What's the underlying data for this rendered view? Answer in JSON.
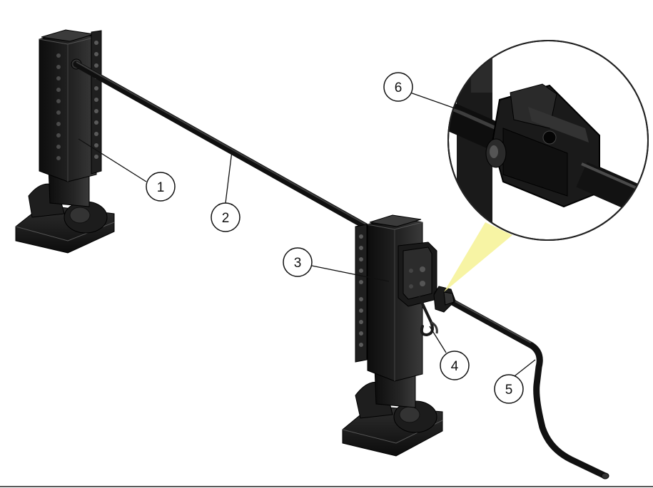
{
  "colors": {
    "metal_dark": "#141414",
    "metal_mid": "#2a2a2a",
    "metal_light": "#4a4a4a",
    "highlight": "#f6f39a",
    "leader": "#111111",
    "background": "#ffffff"
  },
  "callouts": [
    {
      "id": "1",
      "label": "1"
    },
    {
      "id": "2",
      "label": "2"
    },
    {
      "id": "3",
      "label": "3"
    },
    {
      "id": "4",
      "label": "4"
    },
    {
      "id": "5",
      "label": "5"
    },
    {
      "id": "6",
      "label": "6"
    }
  ]
}
